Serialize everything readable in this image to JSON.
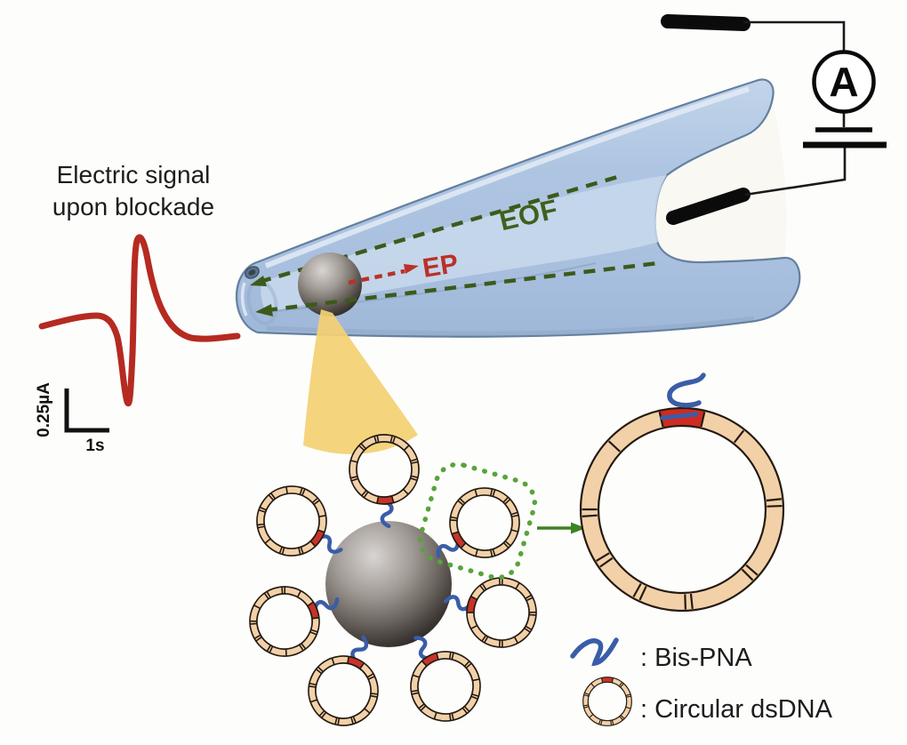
{
  "figure": {
    "signal_panel": {
      "title_line1": "Electric signal",
      "title_line2": "upon blockade",
      "y_scale_label": "0.25µA",
      "x_scale_label": "1s"
    },
    "pipette": {
      "eof_label": "EOF",
      "ep_label": "EP"
    },
    "circuit": {
      "ammeter_label": "A"
    },
    "legend": {
      "bis_pna_label": ": Bis-PNA",
      "circular_dsdna_label": ": Circular dsDNA"
    }
  },
  "colors": {
    "signal_red": "#b52a21",
    "ep_red": "#bb3028",
    "eof_green": "#3f611c",
    "dashed_green": "#3c5a1a",
    "highlight_box_green": "#59a33b",
    "zoom_arrow_green": "#3e8222",
    "pipette_blue": "#aac2e0",
    "pipette_floor_blue": "#c7d8ec",
    "cone_yellow": "#f3d173",
    "ring_tan": "#f2d1a9",
    "ring_red_segment": "#c5342a",
    "bis_pna_blue": "#3a5da8",
    "bead_gray_dark": "#2b2724",
    "wire_black": "#1a1a1a"
  }
}
